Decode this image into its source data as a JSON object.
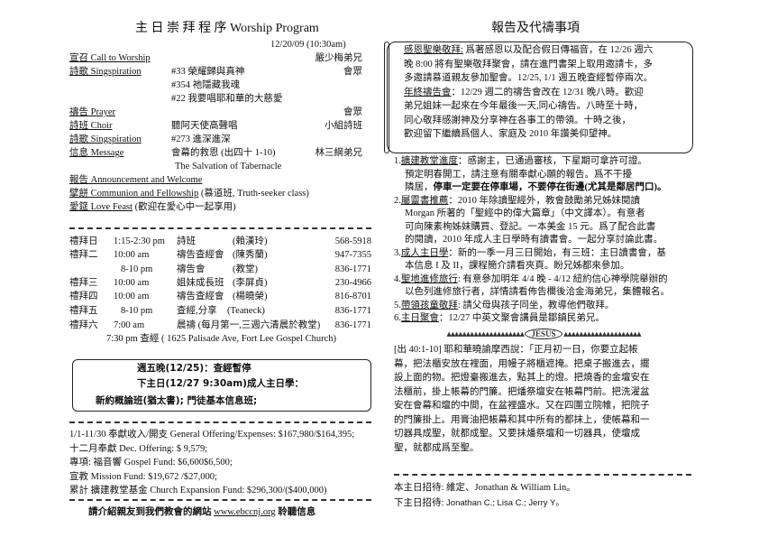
{
  "left": {
    "title": "主 日 崇 拜 程 序 Worship Program",
    "date": "12/20/09 (10:30am)",
    "program": [
      {
        "label": "宣召 Call to Worship",
        "detail": "",
        "person": "嚴少梅弟兄"
      },
      {
        "label": "詩歌 Singspiration",
        "detail": "#33 榮耀歸與真神",
        "person": "會眾"
      },
      {
        "label": "",
        "detail": "#354 祂隱藏我魂",
        "person": ""
      },
      {
        "label": "",
        "detail": "#22 我要唱耶和華的大慈愛",
        "person": ""
      },
      {
        "label": "禱告 Prayer",
        "detail": "",
        "person": "會眾"
      },
      {
        "label": "詩班 Choir",
        "detail": "聽阿天使高聲唱",
        "person": "小組詩班"
      },
      {
        "label": "詩歌 Singspiration",
        "detail": "#273 進深進深",
        "person": ""
      },
      {
        "label": "信息 Message",
        "detail": "會幕的救恩 (出四十 1-10)",
        "person": "林三綱弟兄"
      },
      {
        "label": "",
        "detail": "The Salvation of Tabernacle",
        "person": ""
      }
    ],
    "extra": [
      {
        "label": "報告 Announcement  and Welcome",
        "note": ""
      },
      {
        "label": "擘餅 Communion and Fellowship",
        "note": " (慕道班, Truth-seeker class)"
      },
      {
        "label": "愛筵 Love Feast",
        "note": " (歡迎在愛心中一起享用)"
      }
    ],
    "schedule": [
      {
        "day": "禮拜日",
        "time": "1:15-2:30 pm",
        "event": "詩班",
        "contact": "(賴漢玲)",
        "phone": "568-5918"
      },
      {
        "day": "禮拜二",
        "time": "10:00 am",
        "event": "禱告查經會",
        "contact": "(陳秀蘭)",
        "phone": "947-7355"
      },
      {
        "day": "",
        "time": "8-10 pm",
        "event": "禱告會",
        "contact": "(教堂)",
        "phone": "836-1771"
      },
      {
        "day": "禮拜三",
        "time": "10:00 am",
        "event": "姐妹成長班",
        "contact": "(李屏貞)",
        "phone": "230-4966"
      },
      {
        "day": "禮拜四",
        "time": "10:00 am",
        "event": "禱告查經會",
        "contact": "(楊曉榮)",
        "phone": "816-8701"
      },
      {
        "day": "禮拜五",
        "time": "8-10 pm",
        "event": "查經,分享",
        "contact": "(Teaneck)",
        "phone": "836-1771"
      },
      {
        "day": "禮拜六",
        "time": "7:00 am",
        "event": "晨禱 (每月第一,三週六清晨於教堂)",
        "contact": "",
        "phone": "836-1771"
      }
    ],
    "schedule_last": "7:30 pm     查經 ( 1625 Palisade Ave, Fort Lee Gospel Church)",
    "notice": [
      "週五晚(12/25)：查經暫停",
      "下主日(12/27 9:30am)成人主日學：",
      "新約概論班(猶太書); 門徒基本信息班;"
    ],
    "finance": [
      "1/1-11/30 奉獻收入/開支 General Offering/Expenses: $167,980/$164,395;",
      "十二月奉獻  Dec. Offering: $ 9,579;",
      "專項: 福音響 Gospel Fund: $6,600$6,500;",
      "宣教 Mission Fund: $19,672 /$27,000;",
      " 累計  擴建教堂基金 Church Expansion Fund: $296,300/($400,000)"
    ],
    "footer_pre": "請介紹親友到我們教會的網站 ",
    "footer_link": "www.ebccnj.org",
    "footer_post": " 聆聽信息"
  },
  "right": {
    "title": "報告及代禱事項",
    "box": {
      "t1": "感恩聖樂敬拜:",
      "l1": " 爲著感恩以及配合假日傳福音，在 12/26 週六",
      "l2": "晚 8:00 將有聖樂敬拜聚會，請在進門書架上取用邀請卡，多",
      "l3": "多邀請慕道親友參加聖會。12/25, 1/1 週五晚查經暫停兩次。",
      "t4": "年終禱告會",
      "l4": "：12/29 週二的禱告會改在 12/31 晚八時。歡迎",
      "l5": "弟兄姐妹一起來在今年最後一天,同心禱告。八時至十時，",
      "l6": "同心敬拜感謝神及分享神在各事工的帶領。十時之後，",
      "l7": "歡迎留下繼續爲個人、家庭及 2010 年讚美仰望神。"
    },
    "items": [
      {
        "num": "1.",
        "title": "擴建教堂進度",
        "lines": [
          "：感謝主，已通過審核，下星期可拿許可證。",
          "預定明春開工，請注意有關奉獻心願的報告。爲不干擾"
        ],
        "pre": "隣居，",
        "bold": "停車一定要在停車場，不要停在街邊(尤其是鄰居門口)。"
      },
      {
        "num": "2.",
        "title": "屬靈書推薦",
        "lines": [
          "：2010 年除讀聖經外，教會鼓勵弟兄姊妹閱讀",
          "Morgan 所著的「聖經中的偉大篇章」（中文譯本）。有意者",
          "可向陳素栒姊妹購買、登記。一本美金 15 元。爲了配合此書",
          "的閱讀，2010 年成人主日學時有讀書會。一起分享討論此書。"
        ]
      },
      {
        "num": "3.",
        "title": "成人主日學",
        "lines": [
          "：新的一季一月三日開始，有三班：主日讀書會，基",
          "本信息 I 及 II，課程簡介請看夾頁。盼兄姊都來參加。"
        ]
      },
      {
        "num": "4.",
        "title": "聖地進修旅行",
        "lines": [
          ": 有意參加明年 4/4 晚 - 4/12 紐約信心神學院舉辦的",
          "以色列進修旅行者，詳情請看佈告欄後洽金海弟兄，集體報名。"
        ]
      },
      {
        "num": "5.",
        "title": "帶領孩童敬拜",
        "lines": [
          ": 請父母與孩子同坐，教導他們敬拜。"
        ]
      },
      {
        "num": "6.",
        "title": "主日聚會",
        "lines": [
          "：12/27 中英文聚會講員是鄒鎮民弟兄。"
        ]
      }
    ],
    "jesus": "JESUS",
    "scripture": [
      "[出  40:1-10] 耶和華曉諭摩西說：「正月初一日，你要立起帳",
      "幕，把法櫃安放在裡面，用幔子將櫃遮掩。把桌子搬進去，擺",
      "設上面的物。把燈臺搬進去，點其上的燈。把燒香的金壇安在",
      "法櫃前，掛上帳幕的門簾。把燔祭壇安在帳幕門前。把洗濯盆",
      "安在會幕和壇的中間，在盆裡盛水。又在四圍立院帷，把院子",
      "的門簾掛上。用膏油把帳幕和其中所有的都抹上，使帳幕和一",
      "切器具成聖，就都成聖。又要抹燔祭壇和一切器具，使壇成",
      "聖，就都成爲至聖。"
    ],
    "host_this": "本主日招待: 維定、Jonathan & William Lin。",
    "host_next_label": "下主日招待: ",
    "host_next": "Jonathan C.; Lisa C.; Jerry Y。"
  }
}
